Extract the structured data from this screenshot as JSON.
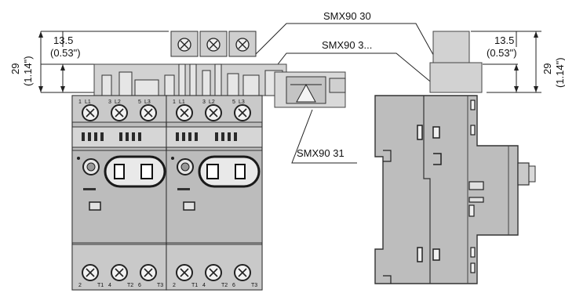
{
  "dimensions": {
    "left_width": "13.5",
    "left_width_in": "(0.53\")",
    "left_height": "29",
    "left_height_in": "(1.14\")",
    "right_width": "13.5",
    "right_width_in": "(0.53\")",
    "right_height": "29",
    "right_height_in": "(1.14\")"
  },
  "callouts": {
    "top": "SMX90 30",
    "middle": "SMX90 3...",
    "bottom": "SMX90 31"
  },
  "terminals": {
    "top_labels": [
      "1",
      "L1",
      "3",
      "L2",
      "5",
      "L3",
      "1",
      "L1",
      "3",
      "L2",
      "5",
      "L3"
    ],
    "bottom_labels": [
      "2",
      "T1",
      "4",
      "T2",
      "6",
      "T3",
      "2",
      "T1",
      "4",
      "T2",
      "6",
      "T3"
    ]
  },
  "colors": {
    "body_gray": "#b9b9b9",
    "dark_gray": "#8e8e8e",
    "light_gray": "#d9d9d9",
    "line": "#222222"
  }
}
